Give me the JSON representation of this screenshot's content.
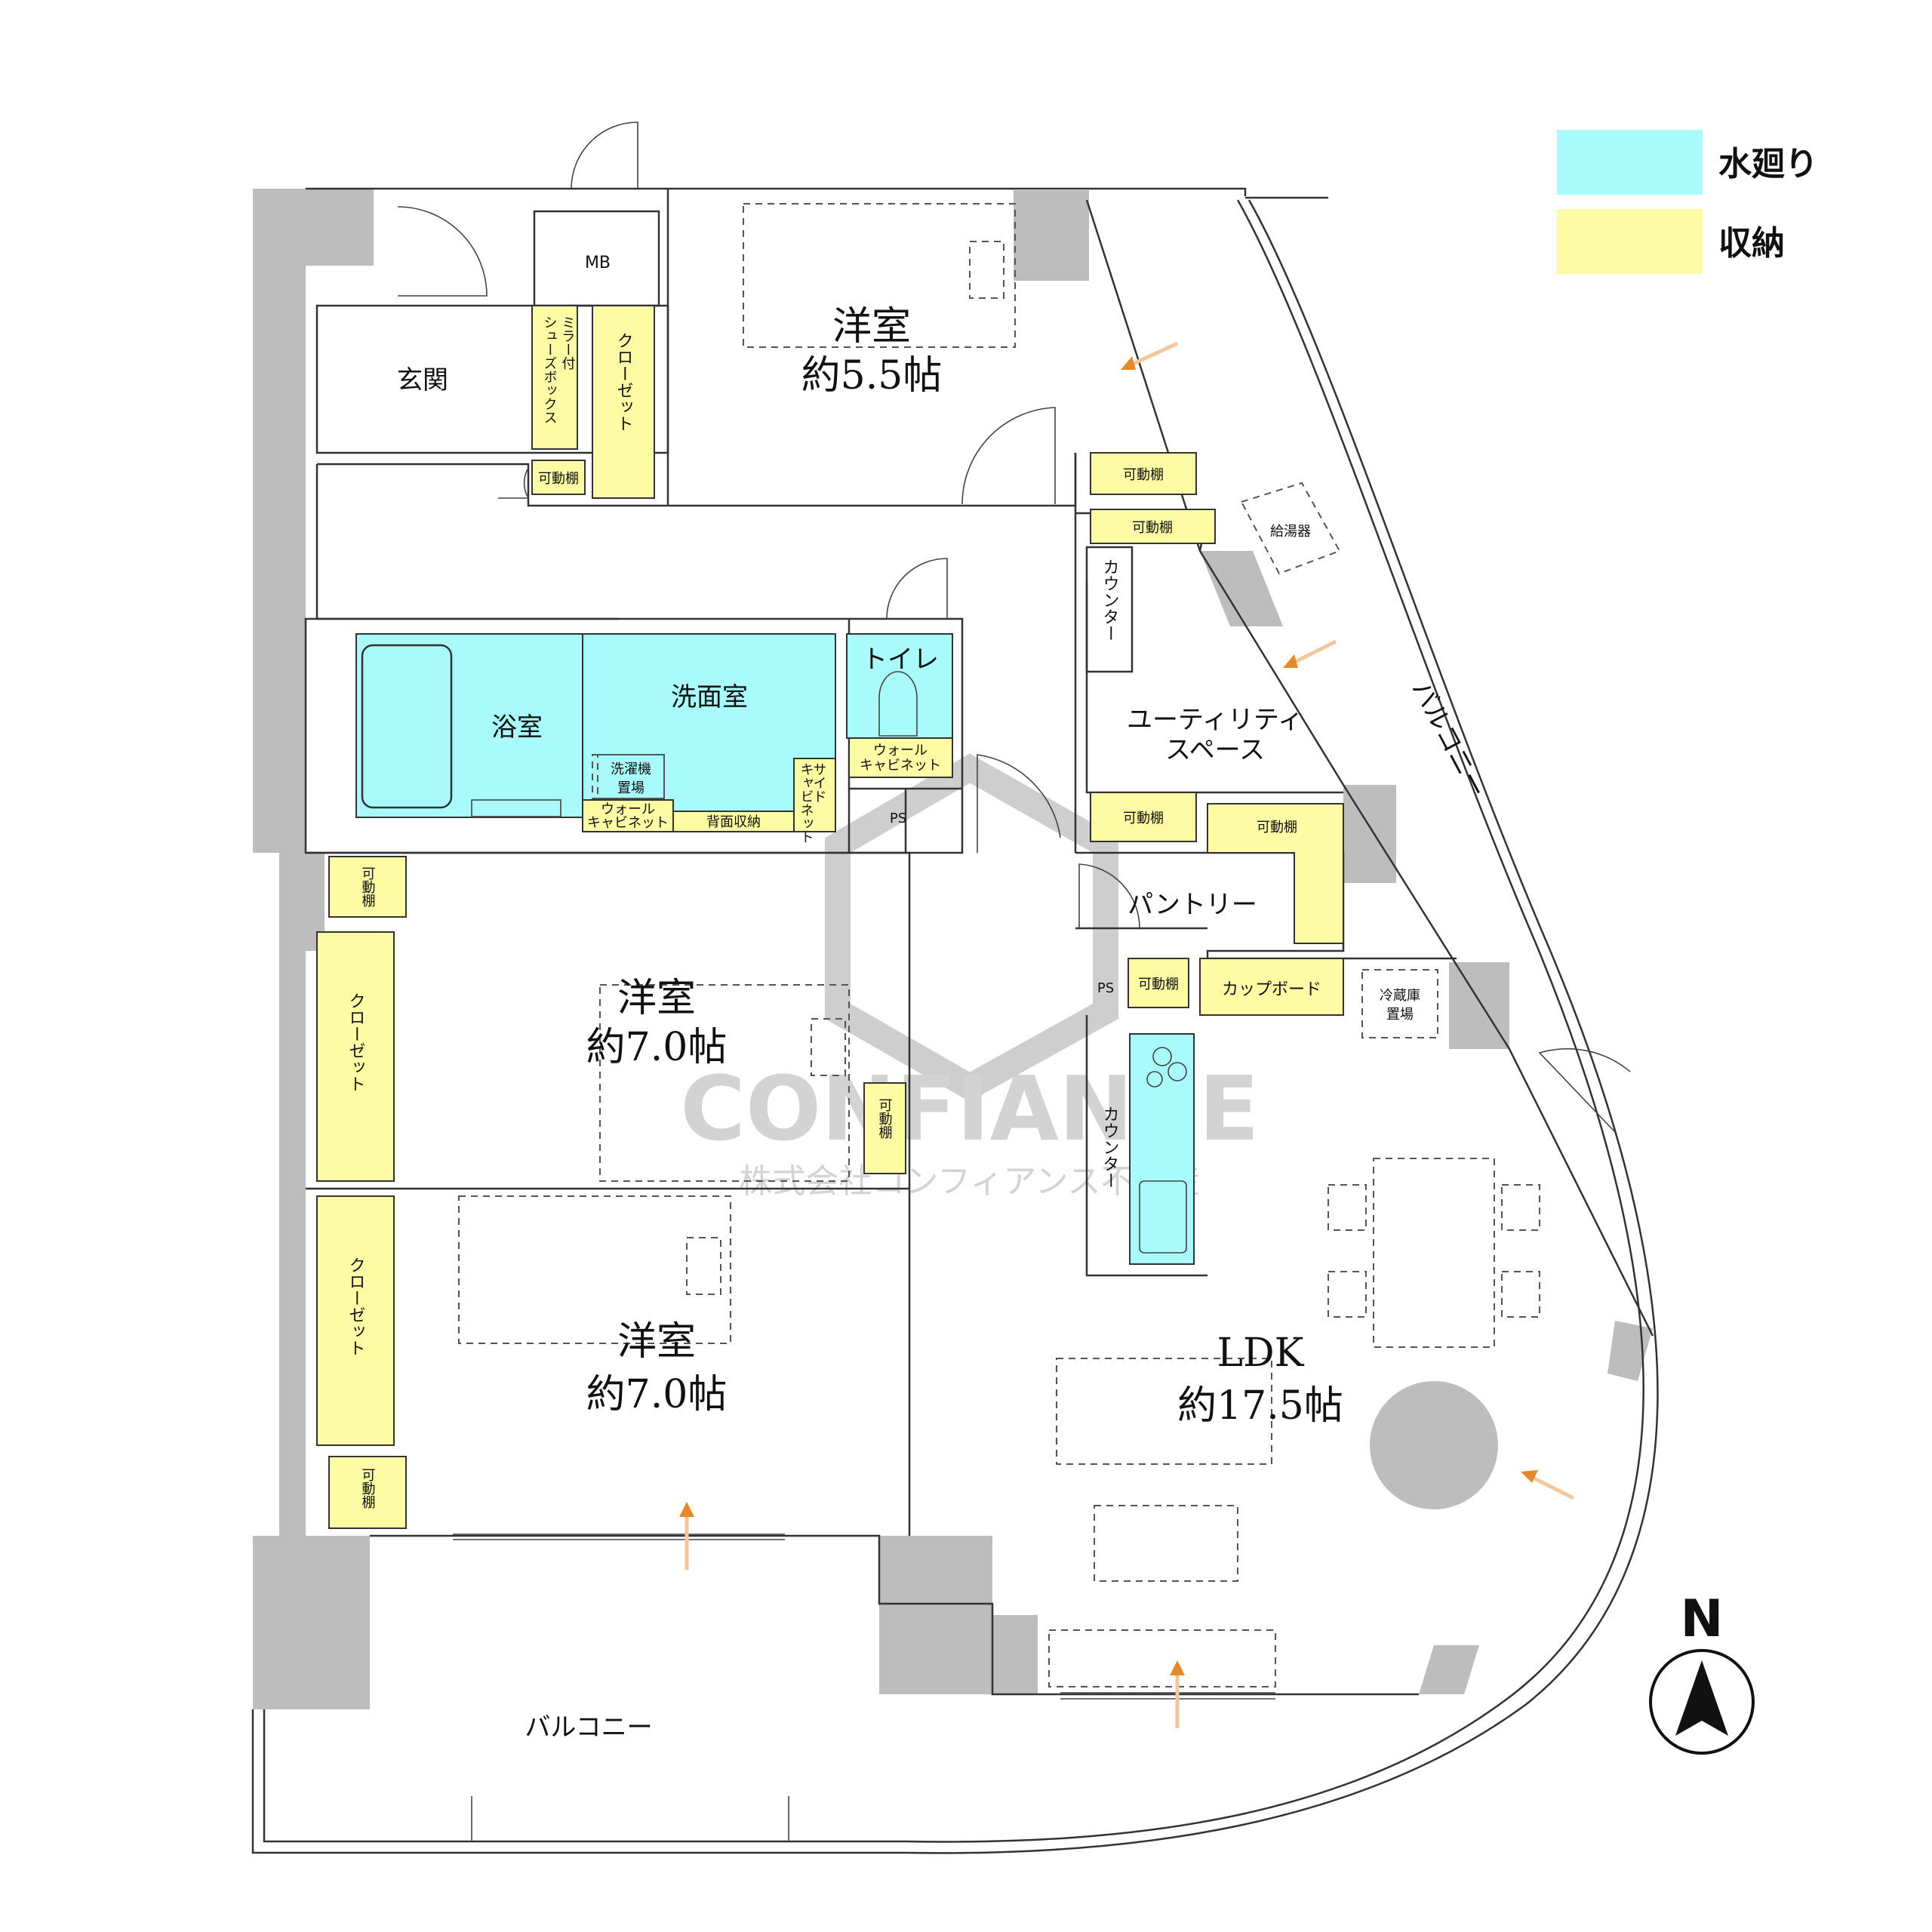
{
  "legend": [
    {
      "label": "水廻り",
      "color": "#a8fbfa"
    },
    {
      "label": "収納",
      "color": "#fdfca4"
    }
  ],
  "north_label": "N",
  "watermark": {
    "brand": "CONFIANCE",
    "company": "株式会社コンフィアンス不動産"
  },
  "rooms": {
    "western_55": {
      "name": "洋室",
      "size": "約5.5帖"
    },
    "western_70a": {
      "name": "洋室",
      "size": "約7.0帖"
    },
    "western_70b": {
      "name": "洋室",
      "size": "約7.0帖"
    },
    "ldk": {
      "name": "LDK",
      "size": "約17.5帖"
    },
    "entrance": "玄関",
    "mb": "MB",
    "bath": "浴室",
    "washroom": "洗面室",
    "toilet": "トイレ",
    "utility": [
      "ユーティリティ",
      "スペース"
    ],
    "pantry": "パントリー",
    "balcony_south": "バルコニー",
    "balcony_east": "バルコニー",
    "ps_1": "PS",
    "ps_2": "PS"
  },
  "storage": {
    "mirror_shoebox": [
      "ミラー付",
      "シューズボックス"
    ],
    "closet": "クローゼット",
    "movable_shelf": "可動棚",
    "wall_cabinet": [
      "ウォール",
      "キャビネット"
    ],
    "side_cabinet": [
      "サイド",
      "キャビネット"
    ],
    "back_storage": "背面収納",
    "washer_space": [
      "洗濯機",
      "置場"
    ],
    "cupboard": "カップボード",
    "fridge_space": [
      "冷蔵庫",
      "置場"
    ],
    "counter": "カウンター",
    "water_heater": "給湯器"
  }
}
